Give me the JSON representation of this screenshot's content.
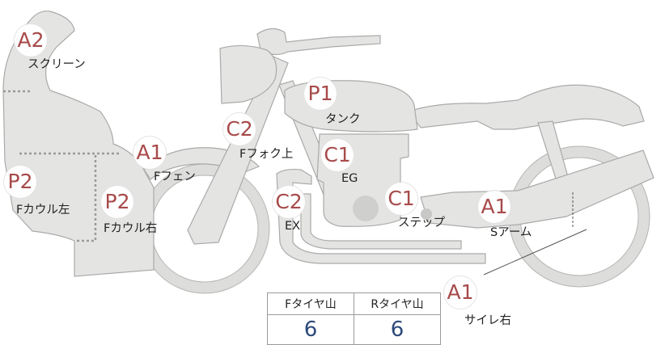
{
  "parts": [
    {
      "id": "screen",
      "grade": "A2",
      "label": "スクリーン"
    },
    {
      "id": "tank",
      "grade": "P1",
      "label": "タンク"
    },
    {
      "id": "fork-top",
      "grade": "C2",
      "label": "Fフォク上"
    },
    {
      "id": "engine",
      "grade": "C1",
      "label": "EG"
    },
    {
      "id": "front-fender",
      "grade": "A1",
      "label": "Fフェン"
    },
    {
      "id": "cowl-left",
      "grade": "P2",
      "label": "Fカウル左"
    },
    {
      "id": "cowl-right",
      "grade": "P2",
      "label": "Fカウル右"
    },
    {
      "id": "exhaust",
      "grade": "C2",
      "label": "EX"
    },
    {
      "id": "step",
      "grade": "C1",
      "label": "ステップ"
    },
    {
      "id": "swingarm",
      "grade": "A1",
      "label": "Sアーム"
    },
    {
      "id": "muffler-right",
      "grade": "A1",
      "label": "サイレ右"
    }
  ],
  "tread": {
    "front_header": "Fタイヤ山",
    "rear_header": "Rタイヤ山",
    "front_value": "6",
    "rear_value": "6"
  },
  "colors": {
    "grade_text": "#a84a4a",
    "part_fill": "#e4e4e2",
    "tread_value": "#2c4a7a"
  }
}
